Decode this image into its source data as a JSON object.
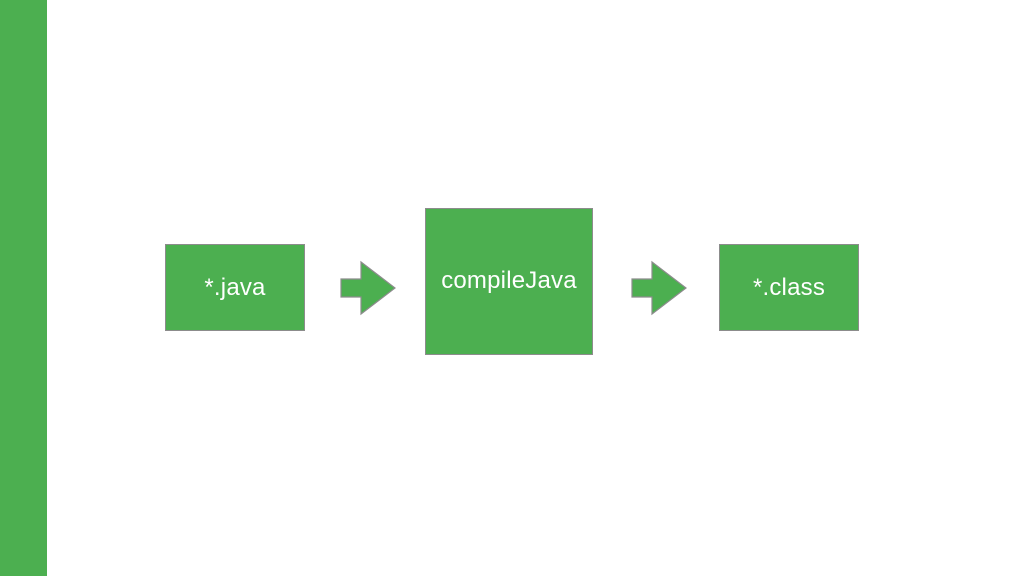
{
  "diagram": {
    "nodes": [
      {
        "id": "source",
        "label": "*.java"
      },
      {
        "id": "task",
        "label": "compileJava"
      },
      {
        "id": "output",
        "label": "*.class"
      }
    ],
    "edges": [
      {
        "from": "source",
        "to": "task"
      },
      {
        "from": "task",
        "to": "output"
      }
    ]
  },
  "colors": {
    "accent": "#4caf50",
    "border": "#8c8c8c",
    "text": "#ffffff",
    "background": "#ffffff"
  }
}
